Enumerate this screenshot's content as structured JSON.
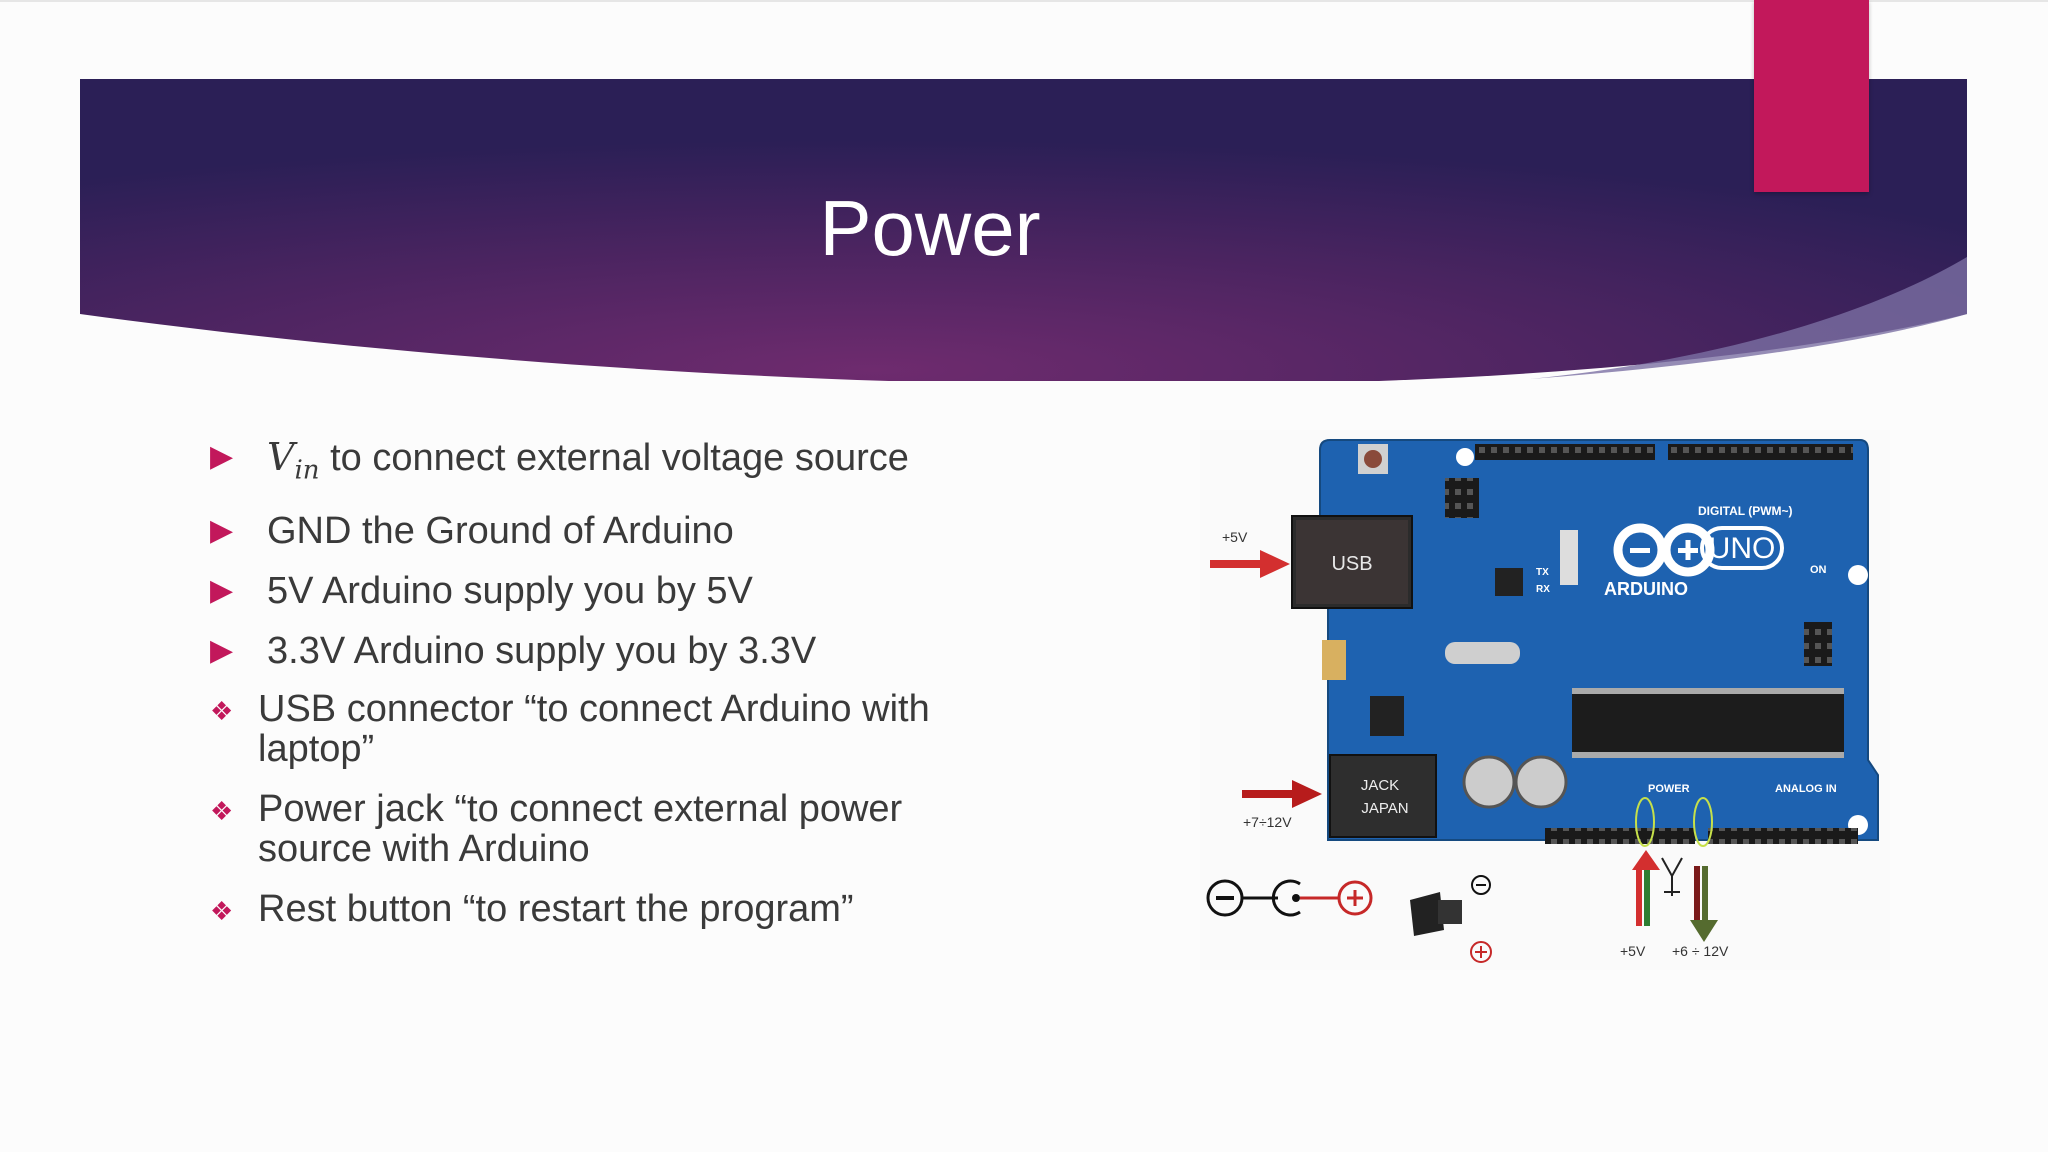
{
  "slide": {
    "title": "Power",
    "bullets_triangle": [
      {
        "text": " to connect external voltage source",
        "math_base": "V",
        "math_sub": "in"
      },
      {
        "text": "GND the Ground of Arduino"
      },
      {
        "text": "5V Arduino supply you by 5V"
      },
      {
        "text": "3.3V Arduino supply you by 3.3V"
      }
    ],
    "bullets_diamond": [
      "USB connector “to connect Arduino with laptop”",
      "Power jack “to connect external power source with Arduino",
      "Rest button “to restart the program”"
    ]
  },
  "figure": {
    "usb_label": "USB",
    "usb_voltage": "+5V",
    "jack_label_1": "JACK",
    "jack_label_2": "JAPAN",
    "jack_voltage": "+7÷12V",
    "brand": "ARDUINO",
    "model": "UNO",
    "header_digital": "DIGITAL (PWM~)",
    "header_power": "POWER",
    "header_analog": "ANALOG IN",
    "on_label": "ON",
    "tx_label": "TX",
    "rx_label": "RX",
    "pin_5v_label": "+5V",
    "pin_vin_label": "+6 ÷ 12V"
  },
  "colors": {
    "header_dark": "#2e1f5c",
    "header_mid": "#5e2a6b",
    "accent": "#c2185b",
    "board": "#1e62b0",
    "text": "#3a3a3a"
  }
}
